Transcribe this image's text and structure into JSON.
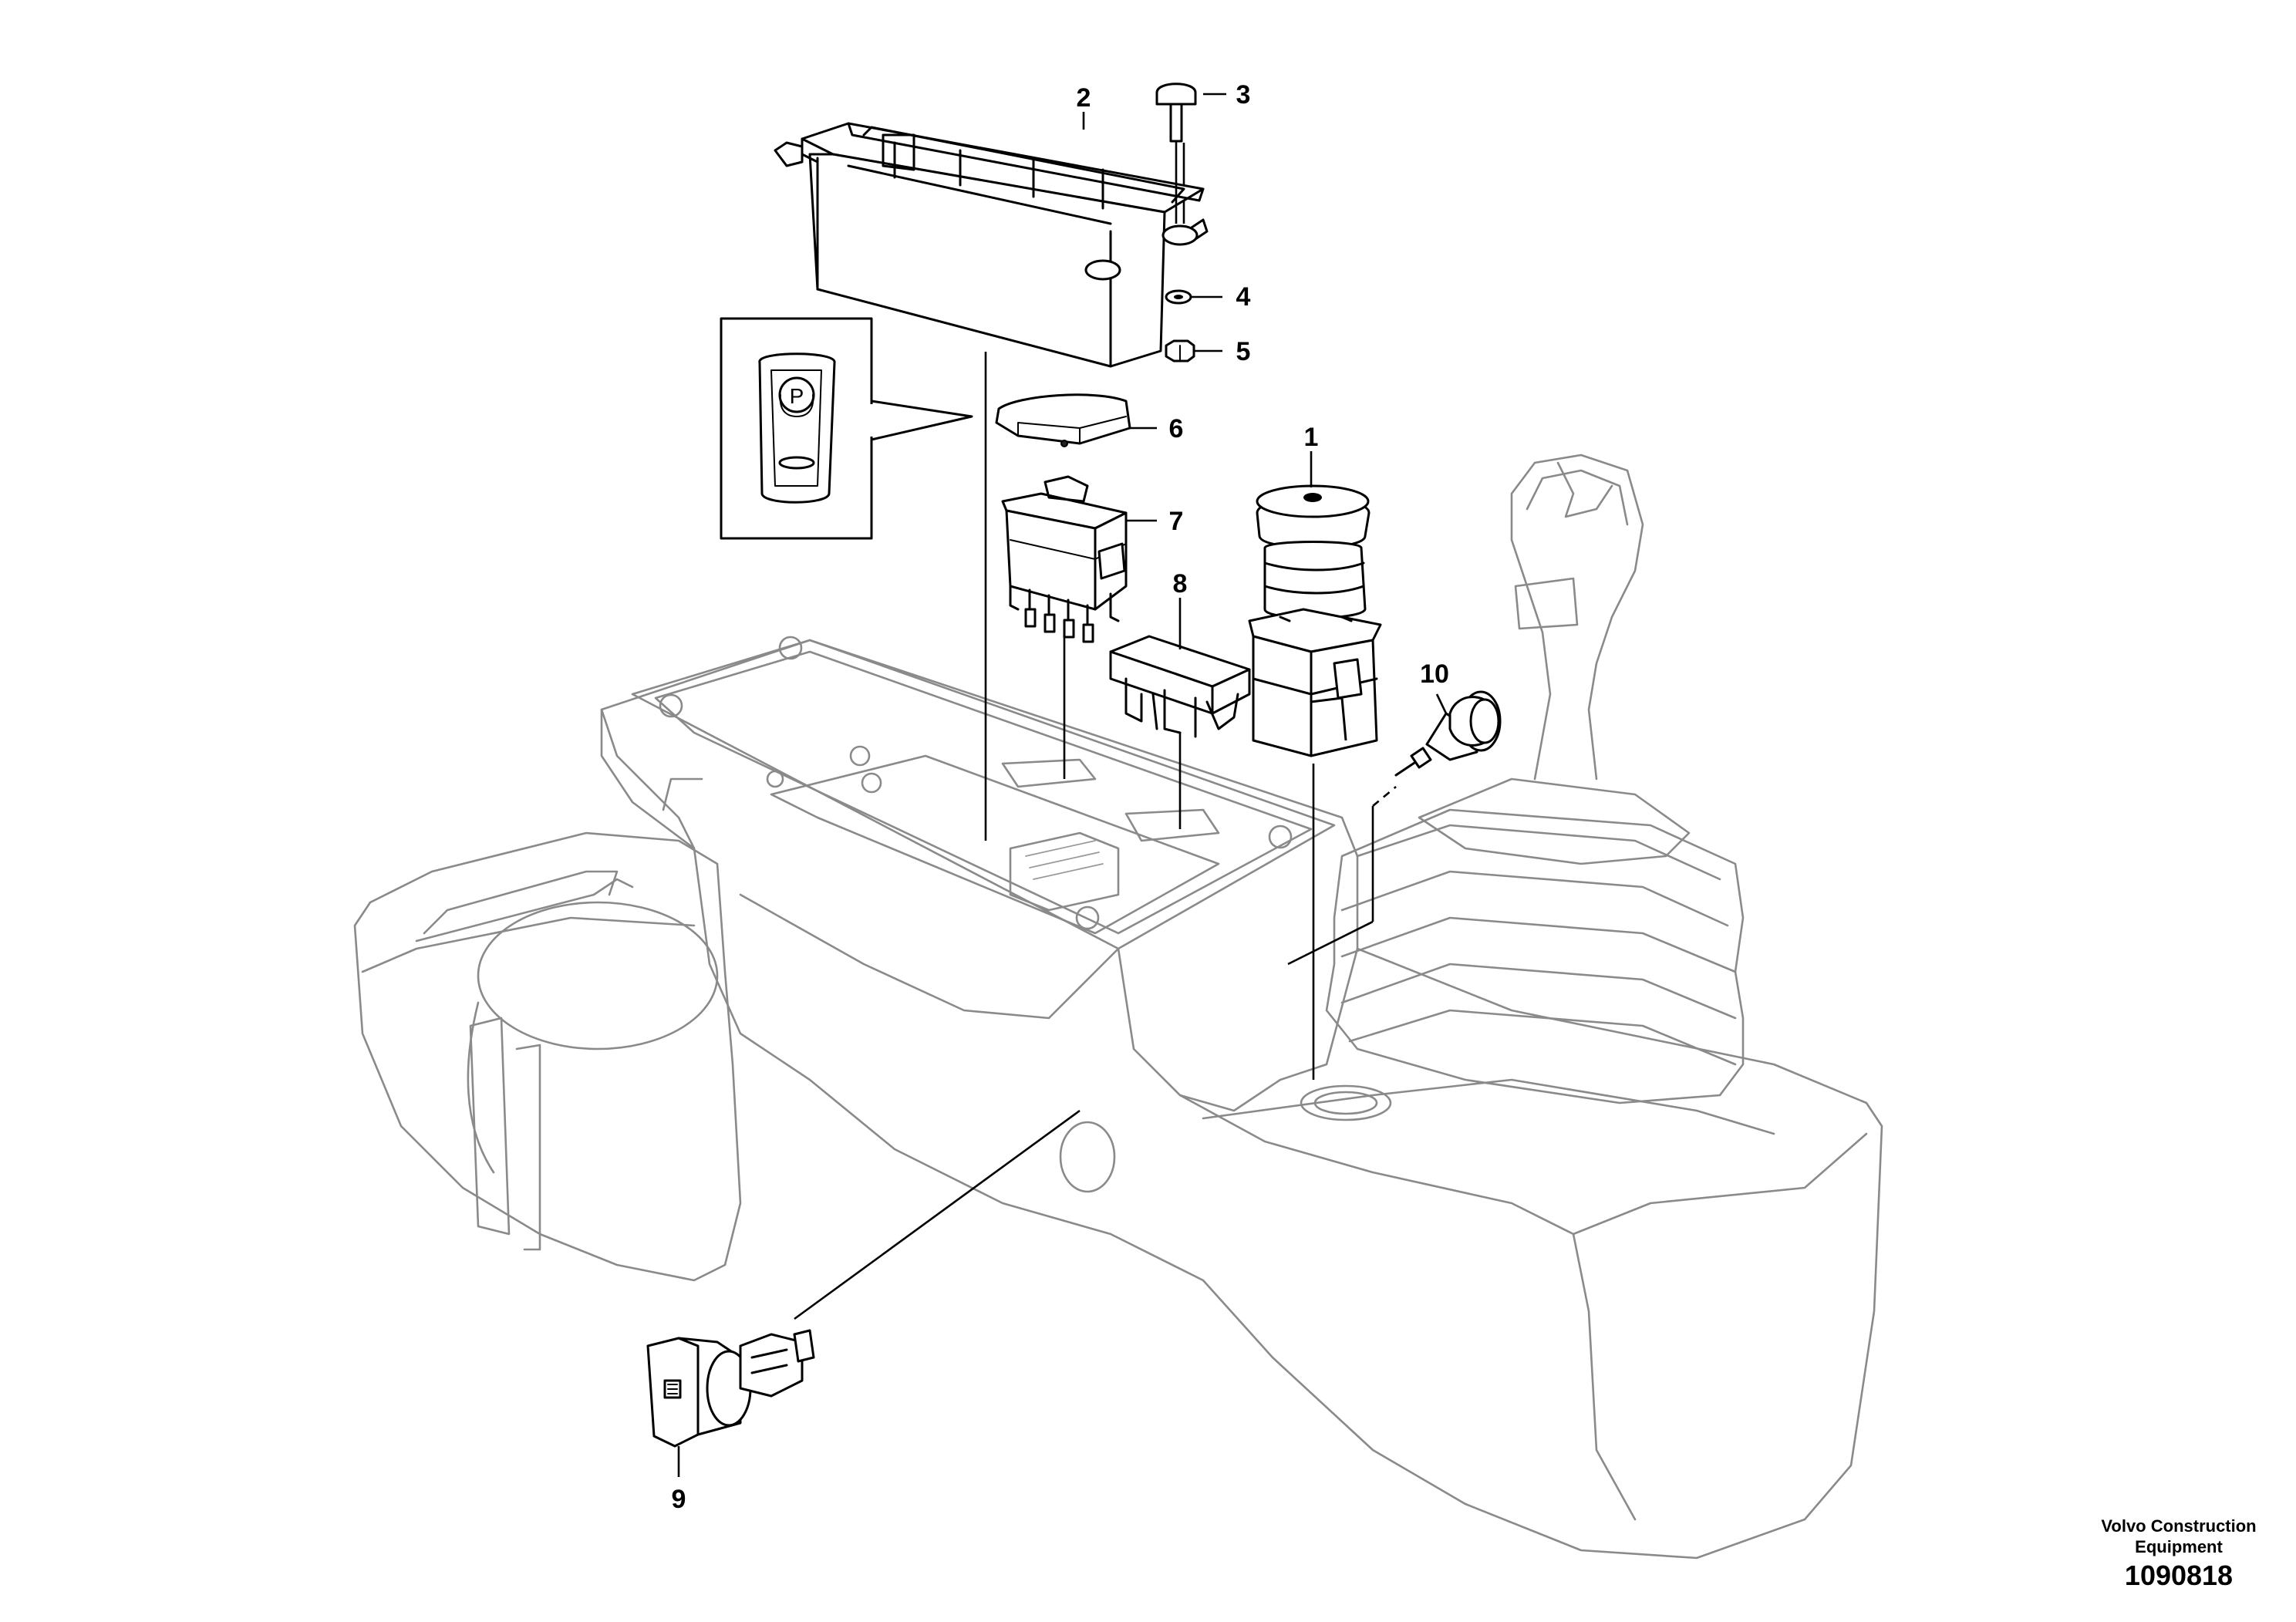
{
  "callouts": {
    "c1": "1",
    "c2": "2",
    "c3": "3",
    "c4": "4",
    "c5": "5",
    "c6": "6",
    "c7": "7",
    "c8": "8",
    "c9": "9",
    "c10": "10"
  },
  "credit": {
    "line1": "Volvo Construction",
    "line2": "Equipment",
    "figure_number": "1090818"
  },
  "inset": {
    "symbol_letter": "P",
    "icon": "parking-brake-switch-icon"
  },
  "colors": {
    "line": "#000000",
    "background_outline": "#8a8a8a",
    "paper": "#ffffff"
  }
}
